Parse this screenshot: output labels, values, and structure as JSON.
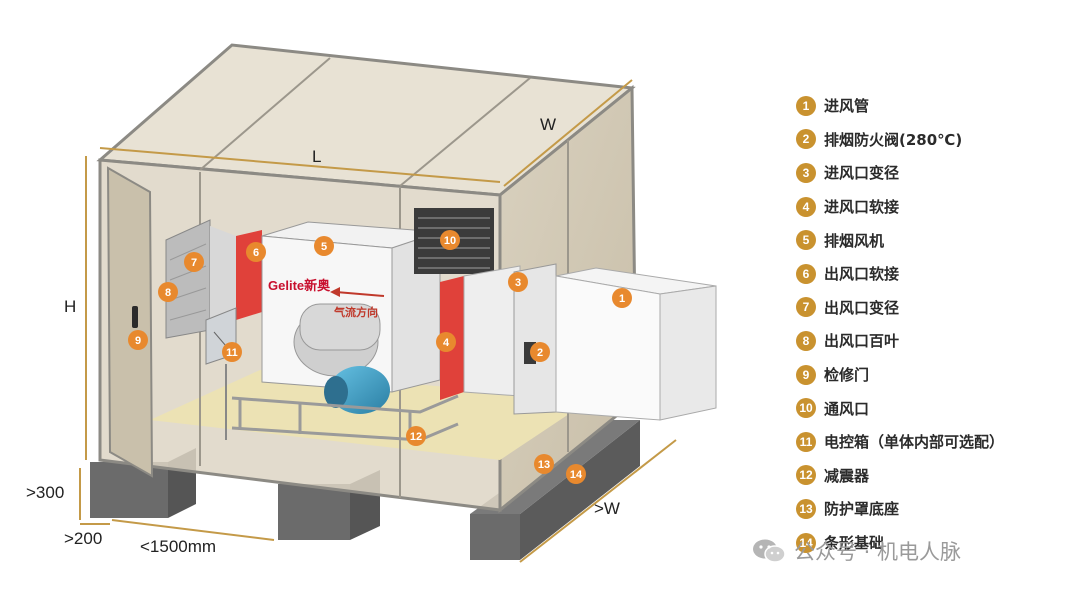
{
  "dimensions": {
    "length": "L",
    "width": "W",
    "height": "H",
    "base_height": ">300",
    "side_gap": ">200",
    "base_width": "<1500mm",
    "base_clearance": ">W"
  },
  "diagram_labels": {
    "brand": "Gelite新奥",
    "airflow": "气流方向"
  },
  "components": [
    {
      "num": "1",
      "label": "进风管"
    },
    {
      "num": "2",
      "label": "排烟防火阀(280℃)"
    },
    {
      "num": "3",
      "label": "进风口变径"
    },
    {
      "num": "4",
      "label": "进风口软接"
    },
    {
      "num": "5",
      "label": "排烟风机"
    },
    {
      "num": "6",
      "label": "出风口软接"
    },
    {
      "num": "7",
      "label": "出风口变径"
    },
    {
      "num": "8",
      "label": "出风口百叶"
    },
    {
      "num": "9",
      "label": "检修门"
    },
    {
      "num": "10",
      "label": "通风口"
    },
    {
      "num": "11",
      "label": "电控箱（单体内部可选配）"
    },
    {
      "num": "12",
      "label": "减震器"
    },
    {
      "num": "13",
      "label": "防护罩底座"
    },
    {
      "num": "14",
      "label": "条形基础"
    }
  ],
  "watermark": {
    "text": "公众号 · 机电人脉"
  },
  "colors": {
    "badge": "#c9922f",
    "badge_in_diagram": "#e8892e",
    "flex_joint": "#e0413a",
    "motor": "#3f9fc6"
  }
}
